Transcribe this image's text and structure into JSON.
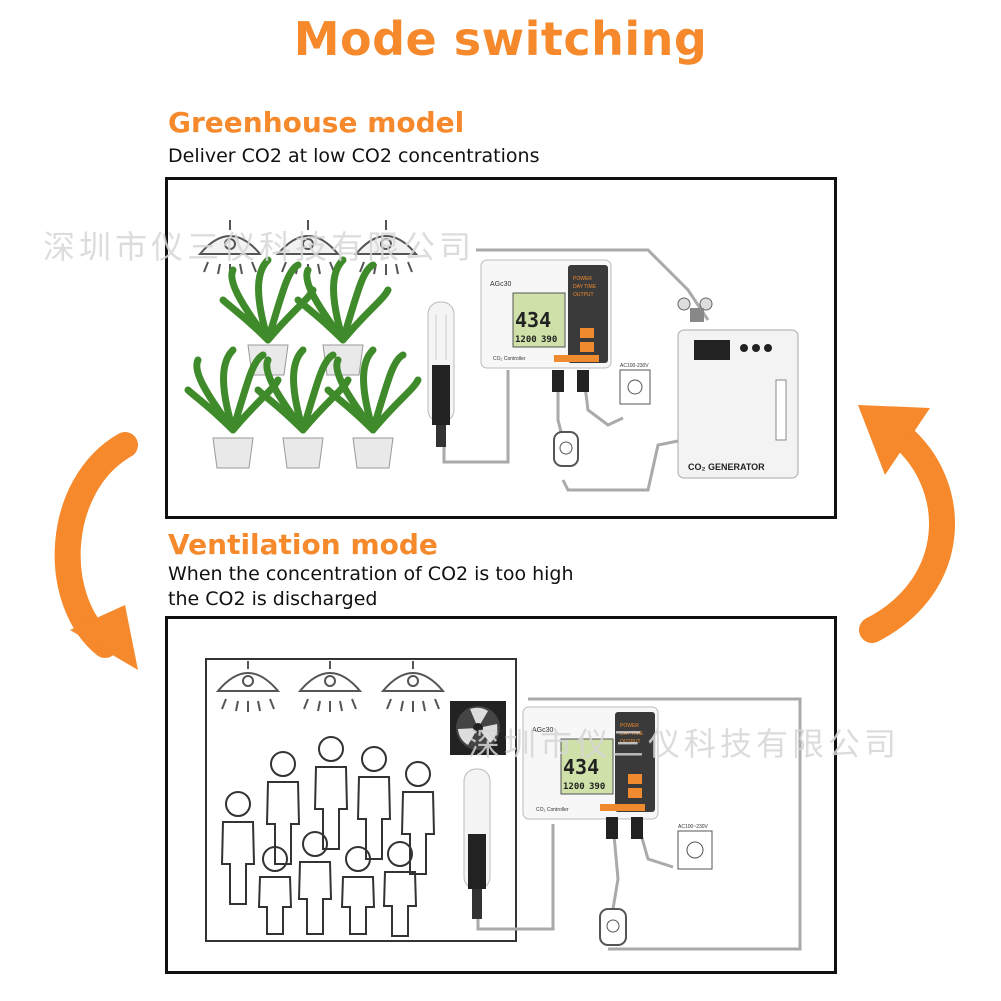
{
  "header": {
    "title": "Mode switching"
  },
  "greenhouse": {
    "title": "Greenhouse model",
    "description": "Deliver CO2 at low CO2 concentrations",
    "watermark": "深圳市仪三仪科技有限公司",
    "controller": {
      "model": "AGc30",
      "indicators": [
        "POWER",
        "DAY TIME",
        "OUTPUT"
      ],
      "reading_main": "434",
      "reading_left": "1200",
      "reading_right": "390",
      "label": "CO₂ Controller"
    },
    "outlet_label": "AC100-230V",
    "generator_label": "CO₂ GENERATOR"
  },
  "ventilation": {
    "title": "Ventilation mode",
    "description_lines": [
      "When the concentration of CO2 is too high",
      "the CO2 is discharged"
    ],
    "watermark": "深圳市仪三仪科技有限公司",
    "controller": {
      "model": "AGc30",
      "indicators": [
        "POWER",
        "DAY TIME",
        "OUTPUT"
      ],
      "reading_main": "434",
      "reading_left": "1200",
      "reading_right": "390",
      "label": "CO₂ Controller"
    },
    "outlet_label": "AC100~230V"
  },
  "colors": {
    "accent": "#F5892B",
    "controller_orange": "#F08A2E",
    "frame": "#111111"
  },
  "icons": [
    "left-cycle-arrow-icon",
    "right-cycle-arrow-icon",
    "lamp-icon",
    "plant-icon",
    "person-icon",
    "fan-icon",
    "sensor-icon",
    "outlet-icon",
    "plug-icon",
    "co2-cylinder-icon"
  ]
}
